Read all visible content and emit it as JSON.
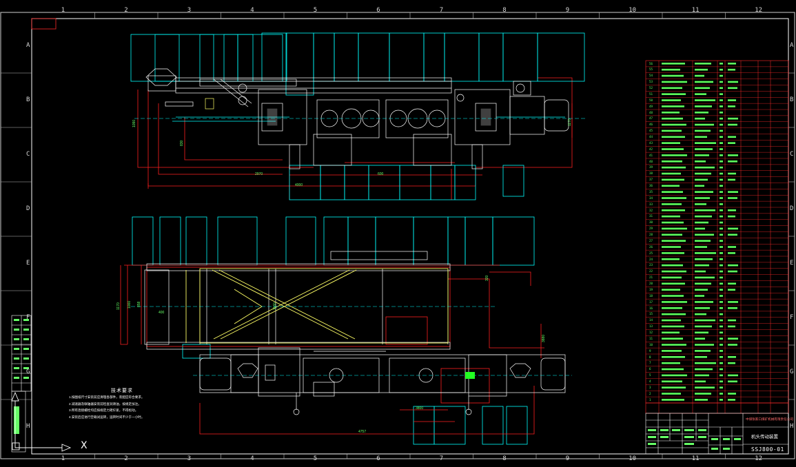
{
  "frame": {
    "columns": [
      "1",
      "2",
      "3",
      "4",
      "5",
      "6",
      "7",
      "8",
      "9",
      "10",
      "11",
      "12"
    ],
    "rows": [
      "A",
      "B",
      "C",
      "D",
      "E",
      "F",
      "G",
      "H"
    ]
  },
  "drawing_number": "SSJ800-01",
  "title_block": {
    "company": "中煤张家口煤矿机械有限责任公司",
    "drawing_title": "机头传动装置"
  },
  "technical_notes": {
    "heading": "技术要求",
    "items": [
      "1.按图纸尺寸安装前应清理各部件，装配应符合要求。",
      "2.减速器及联轴器安装前检查润滑油，按规定加注。",
      "3.所有连接螺栓均应按规定力矩拧紧，不得松动。",
      "4.安装后应进行空载试运转，运转时间不少于一小时。"
    ]
  },
  "dimensions": {
    "top_view": [
      "2970",
      "4000",
      "600",
      "1090",
      "830",
      "1170"
    ],
    "bottom_view": [
      "1170",
      "1000",
      "858",
      "400",
      "1160",
      "320",
      "3880",
      "4757",
      "3800"
    ]
  },
  "bom": {
    "first_index": 1,
    "last_index": 56
  },
  "cursor_label": "X",
  "colors": {
    "background": "#000000",
    "frame": "#ffffff",
    "outline": "#00ffff",
    "part": "#ffffff",
    "dimension": "#ff2020",
    "dimension_text": "#66ff66",
    "bom_grid": "#ff2a2a",
    "bom_text": "#5cff5c",
    "frame_member": "#ffff66"
  }
}
